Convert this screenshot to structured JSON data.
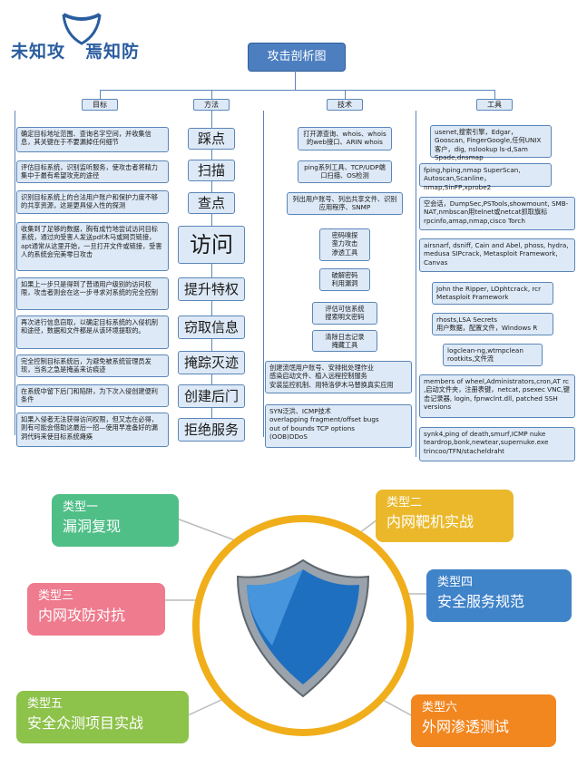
{
  "logo": {
    "text1": "未知攻",
    "text2": "焉知防"
  },
  "root": "攻击剖析图",
  "columns": {
    "target": "目标",
    "method": "方法",
    "tech": "技术",
    "tools": "工具"
  },
  "target_items": [
    "确定目标地址范围、查询名字空间，并收集信息，其关键在于不要漏掉任何细节",
    "评估目标系统，识别监听服务，使攻击者将精力集中于最有希望攻克的途径",
    "识别目标系统上的合法用户账户和保护力度不够的共享资源，这是更具侵入性的探测",
    "收集到了足够的数据，胸有成竹地尝试访问目标系统，通过向受害人发送pdf木马或网页链接，apt通常从这里开始，一旦打开文件或链接，受害人的系统会完美零日攻击",
    "如果上一步只是得到了普通用户级别的访问权限，攻击者则会在这一步寻求对系统的完全控制",
    "再次进行信息窃取，以确定目标系统的入侵机制和途径，数据和文件都是从该环境提取的。",
    "完全控制目标系统后，为避免被系统管理员发现，当务之急是掩盖来访痕迹",
    "在系统中留下后门和陷阱，为下次入侵创建便利条件",
    "如果入侵者无法获得访问权限，但又志在必得，则有可能会借助这最后一招—使用早准备好的漏洞代码来使目标系统瘫痪"
  ],
  "method_steps": [
    "踩点",
    "扫描",
    "查点",
    "访问",
    "提升特权",
    "窃取信息",
    "掩踪灭迹",
    "创建后门",
    "拒绝服务"
  ],
  "tech_items": [
    "打开源查询、whois、whois的web接口、ARIN whois",
    "ping系列工具、TCP/UDP端口扫描、OS检测",
    "列出用户账号、列出共享文件、识别应用程序、SNMP",
    "密码嗅探\n蛮力攻击\n渗透工具",
    "破解密码\n利用漏洞",
    "评估可信系统\n搜索明文密码",
    "清除日志记录\n掩藏工具",
    "创建流氓用户账号、安排批处理作业\n感染启动文件、植入远程控制服务\n安装监控机制、用特洛伊木马替换真实应用",
    "SYN泛洪、ICMP技术\noverlapping fragment/offset bugs\nout of bounds TCP options\n(OOB)DDoS"
  ],
  "tool_items": [
    "usenet,搜索引擎，Edgar，Gooscan, FingerGoogle,任何UNIX客户，dig, nslookup ls-d,Sam Spade,dnsmap",
    "fping,hping,nmap SuperScan, Autoscan,Scanline，nmap,SinFP,xprobe2",
    "空会话，DumpSec,PSTools,showmount, SMB-NAT,nmbscan用telnet或netcat抓取旗标rpcinfo,amap,nmap,cisco Torch",
    "airsnarf, dsniff, Cain and Abel, phoss, hydra,  medusa  SIPcrack, Metasploit Framework, Canvas",
    "John the Ripper, LOphtcrack, rcr Metasploit Framework",
    "rhosts,LSA Secrets\n用户数据，配置文件，Windows R",
    "logclean-ng,wtmpclean\nrootkits,文件流",
    "members of wheel,Administrators,cron,AT rc ,启动文件夹，注册表键，netcat, psexec VNC,键击记录器, login, fpnwclnt.dll, patched SSH versions",
    "synk4,ping of death,smurf,ICMP nuke teardrop,bonk,newtear,supernuke.exe trincoo/TFN/stacheldraht"
  ],
  "types": [
    {
      "label": "类型一",
      "name": "漏洞复现",
      "color": "#4fbf87"
    },
    {
      "label": "类型二",
      "name": "内网靶机实战",
      "color": "#eab82a"
    },
    {
      "label": "类型三",
      "name": "内网攻防对抗",
      "color": "#ee7b8e"
    },
    {
      "label": "类型四",
      "name": "安全服务规范",
      "color": "#3f83c9"
    },
    {
      "label": "类型五",
      "name": "安全众测项目实战",
      "color": "#8dc24b"
    },
    {
      "label": "类型六",
      "name": "外网渗透测试",
      "color": "#f2861f"
    }
  ],
  "colors": {
    "brand": "#2a5d9f",
    "box_fill": "#dde9f6",
    "box_border": "#5b86b8",
    "ring": "#f0ae1a"
  }
}
